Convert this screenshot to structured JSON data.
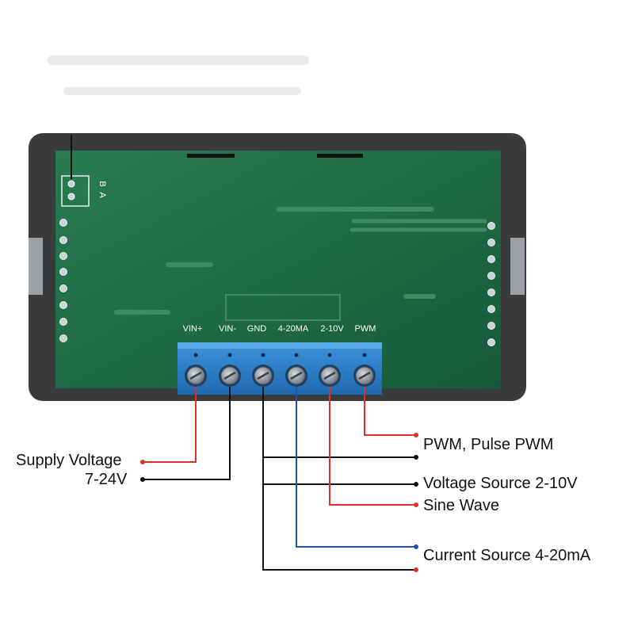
{
  "board": {
    "header_pins": [
      "B",
      "A"
    ],
    "terminals": [
      "VIN+",
      "VIN-",
      "GND",
      "4-20MA",
      "2-10V",
      "PWM"
    ]
  },
  "labels": {
    "supply_voltage": "Supply Voltage",
    "supply_range": "7-24V",
    "pwm": "PWM, Pulse  PWM",
    "voltage_source": "Voltage Source 2-10V",
    "sine_wave": "Sine Wave",
    "current_source": "Current Source 4-20mA"
  },
  "colors": {
    "housing": "#3a3b3d",
    "pcb": "#1f6b45",
    "terminal_block": "#2b7fc9",
    "wire_red": "#e0302a",
    "wire_black": "#111111",
    "wire_blue": "#1d56b5"
  }
}
